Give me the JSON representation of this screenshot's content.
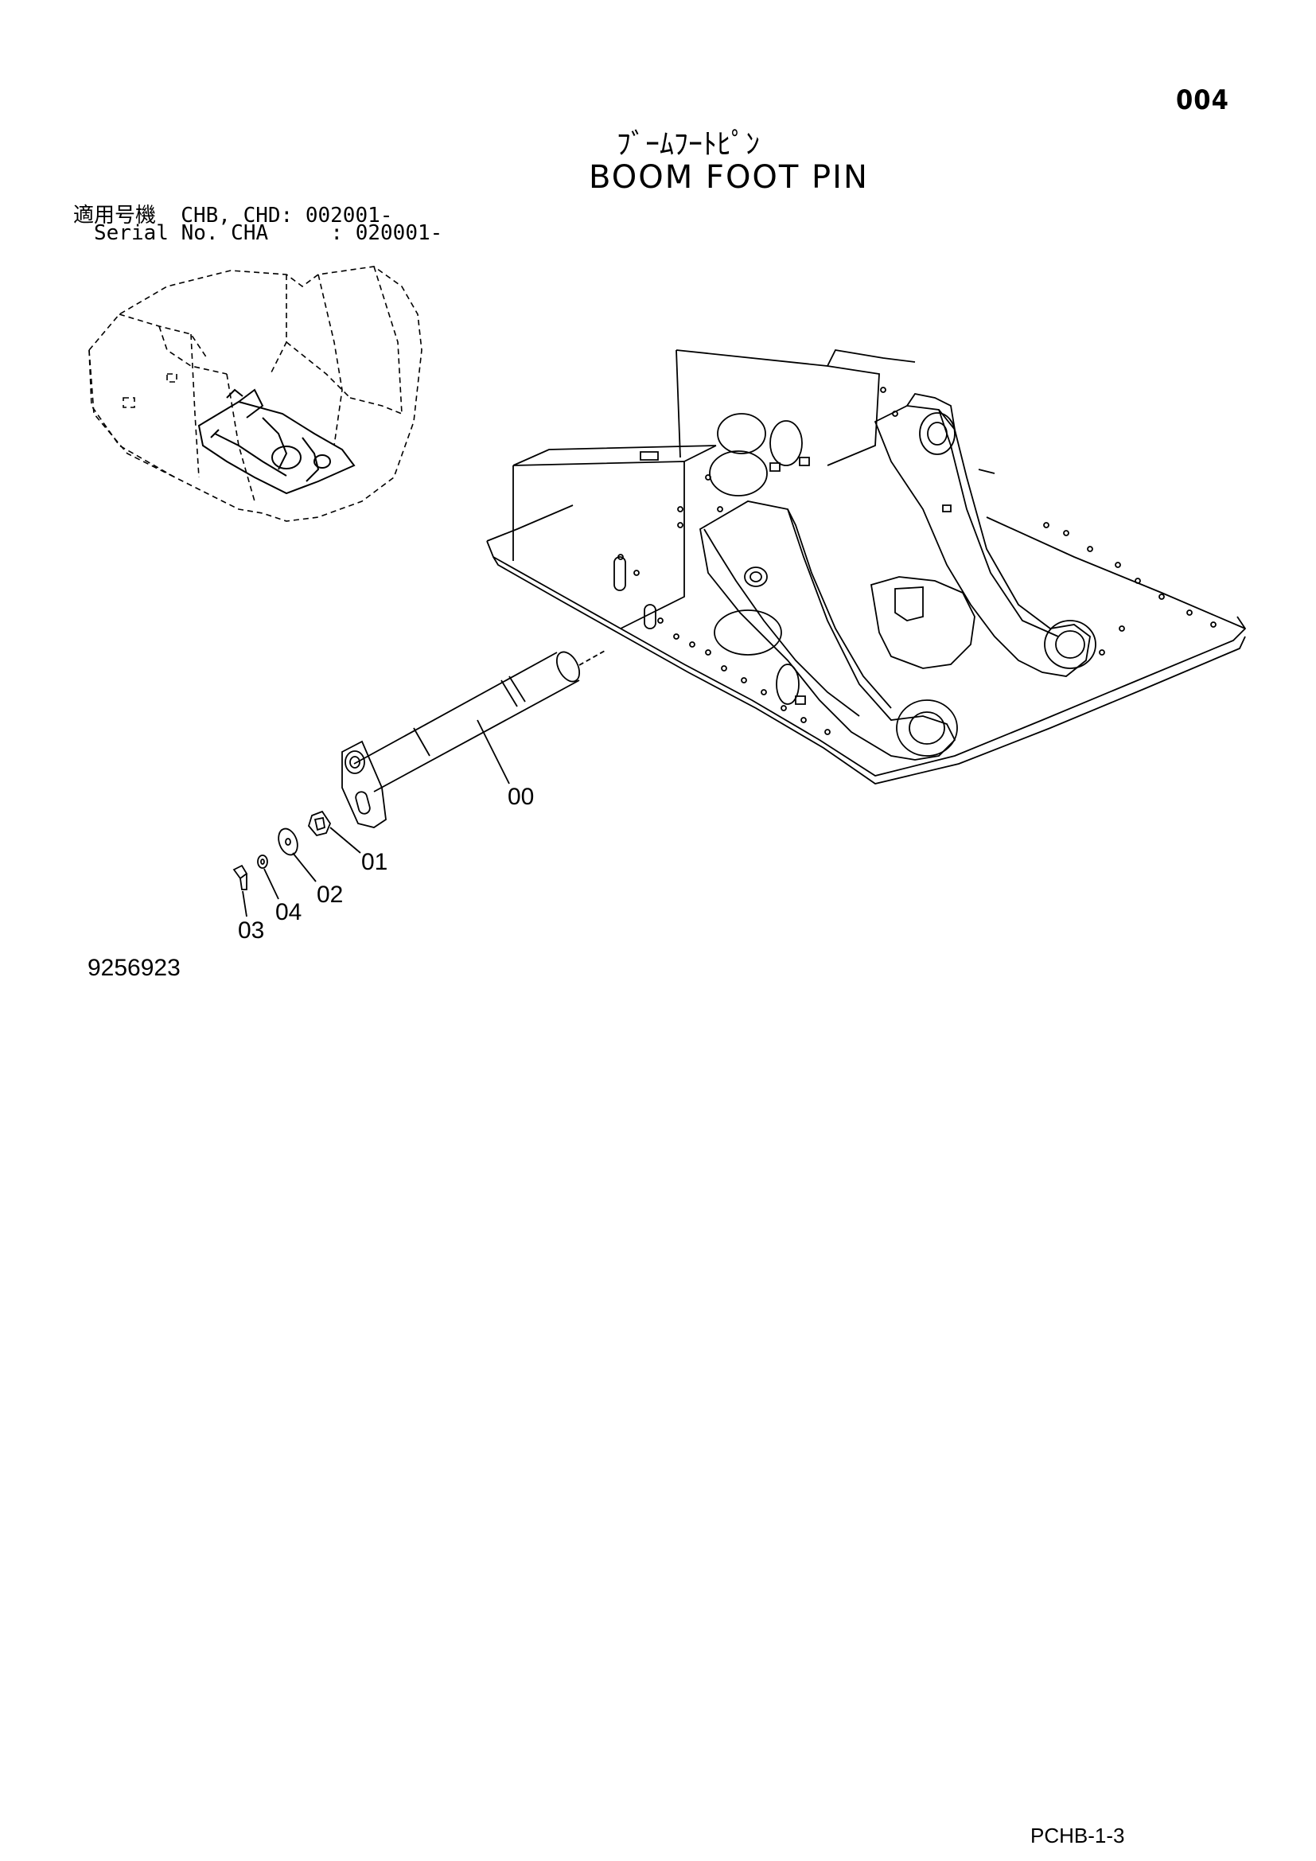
{
  "page": {
    "number": "004",
    "doc_code": "PCHB-1-3",
    "drawing_number": "9256923"
  },
  "title": {
    "jp": "ﾌﾞｰﾑﾌｰﾄﾋﾟﾝ",
    "en": "BOOM FOOT PIN"
  },
  "serial": {
    "line1": "適用号機  CHB, CHD: 002001-",
    "line2": "Serial No. CHA     : 020001-"
  },
  "callouts": [
    "00",
    "01",
    "02",
    "03",
    "04"
  ]
}
